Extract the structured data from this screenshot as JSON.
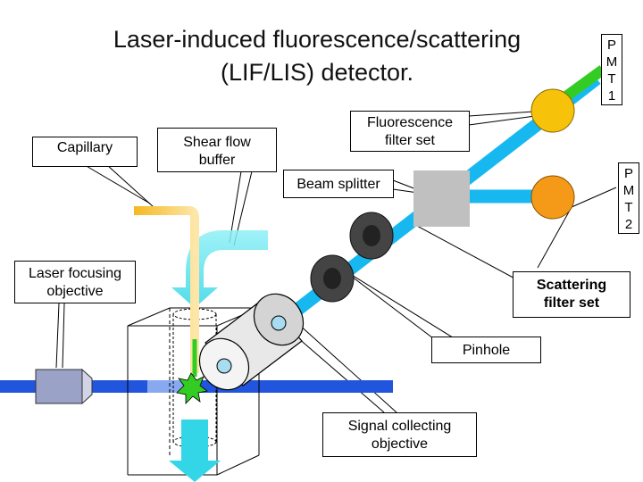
{
  "title": {
    "line1": "Laser-induced fluorescence/scattering",
    "line2": "(LIF/LIS) detector."
  },
  "labels": {
    "capillary": "Capillary",
    "shear_line1": "Shear flow",
    "shear_line2": "buffer",
    "fluorescence_line1": "Fluorescence",
    "fluorescence_line2": "filter set",
    "beam_splitter": "Beam splitter",
    "laser_line1": "Laser focusing",
    "laser_line2": "objective",
    "scattering_line1": "Scattering",
    "scattering_line2": "filter set",
    "pinhole": "Pinhole",
    "signal_line1": "Signal collecting",
    "signal_line2": "objective"
  },
  "pmt1": [
    "P",
    "M",
    "T",
    "1"
  ],
  "pmt2": [
    "P",
    "M",
    "T",
    "2"
  ],
  "colors": {
    "laser_beam": "#2255dd",
    "signal_beam": "#17b8f0",
    "capillary": "#f5b820",
    "flow_arrow": "#66e8f0",
    "pmt1": "#f6c20a",
    "pmt2": "#f59a18",
    "green_beam": "#33cc22",
    "beam_splitter": "#c0c0c0",
    "filter": "#444444"
  }
}
